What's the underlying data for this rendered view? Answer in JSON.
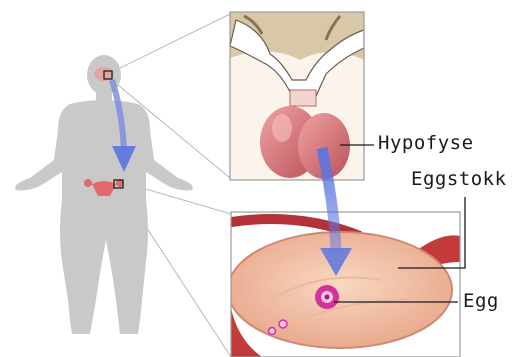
{
  "labels": {
    "pituitary": "Hypofyse",
    "ovary": "Eggstokk",
    "egg": "Egg"
  },
  "colors": {
    "body_silhouette": "#c9c9c9",
    "arrow": "#7b8fe0",
    "pituitary": "#d9757a",
    "ovary_tissue": "#f4c3a4",
    "egg": "#d4339a",
    "frame": "#9a9a9a"
  }
}
